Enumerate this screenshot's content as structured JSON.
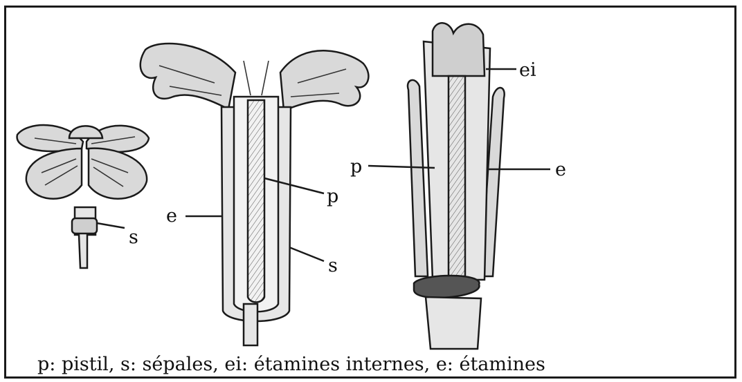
{
  "figure": {
    "labels": {
      "small_s": "s",
      "middle_e": "e",
      "middle_p": "p",
      "middle_s": "s",
      "right_ei": "ei",
      "right_p": "p",
      "right_e": "e"
    },
    "caption": "p: pistil, s: sépales, ei: étamines internes, e: étamines"
  },
  "colors": {
    "ink": "#1a1a1a",
    "petal_fill": "#d9d9d9",
    "tube_fill": "#e6e6e6"
  }
}
